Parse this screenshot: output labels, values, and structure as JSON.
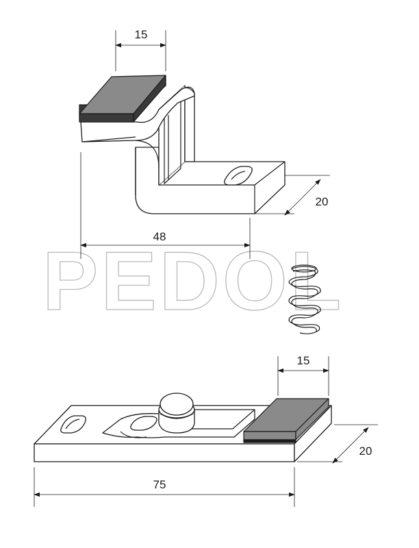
{
  "watermark": {
    "text": "PEDOL"
  },
  "colors": {
    "pad_top": "#8a8a8a",
    "pad_side": "#3a3a3a",
    "line": "#1a1a1a",
    "watermark_stroke": "#b9b9b9"
  },
  "top_part": {
    "pad_width_label": "15",
    "depth_label": "20",
    "length_label": "48"
  },
  "bottom_part": {
    "pad_width_label": "15",
    "depth_label": "20",
    "length_label": "75"
  }
}
